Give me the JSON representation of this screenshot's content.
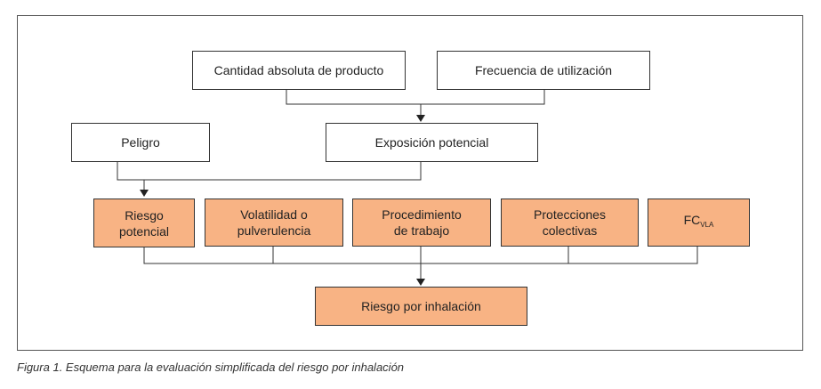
{
  "diagram": {
    "nodes": {
      "cantidad": "Cantidad absoluta de producto",
      "frecuencia": "Frecuencia de utilización",
      "peligro": "Peligro",
      "exposicion": "Exposición potencial",
      "riesgo_potencial_1": "Riesgo",
      "riesgo_potencial_2": "potencial",
      "volatilidad_1": "Volatilidad o",
      "volatilidad_2": "pulverulencia",
      "procedimiento_1": "Procedimiento",
      "procedimiento_2": "de trabajo",
      "protecciones_1": "Protecciones",
      "protecciones_2": "colectivas",
      "fc_main": "FC",
      "fc_sub": "VLA",
      "riesgo_inhalacion": "Riesgo por inhalación"
    },
    "colors": {
      "highlight": "#f8b384",
      "border": "#333333"
    }
  },
  "caption": "Figura 1. Esquema para la evaluación simplificada del riesgo por inhalación"
}
